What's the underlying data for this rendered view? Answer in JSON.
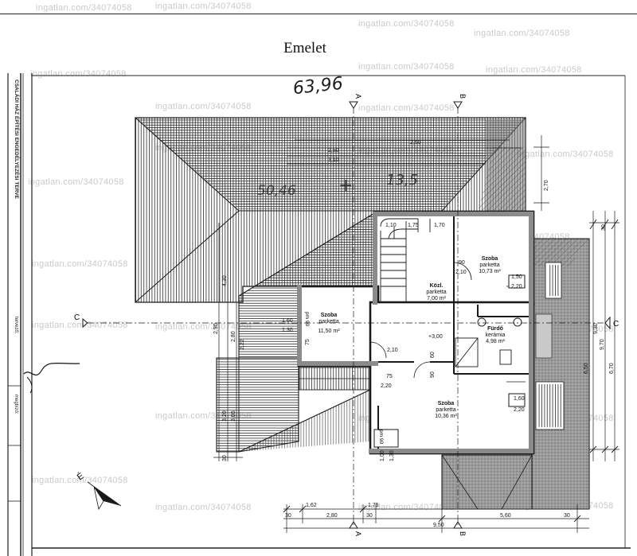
{
  "title": "Emelet",
  "watermark_text": "ingatlan.com/34074058",
  "handwritten": {
    "total": "63,96",
    "area_left": "50,46",
    "plus": "+",
    "area_right": "13,5"
  },
  "sidebar": {
    "title_block": "CSALÁDI HÁZ ÉPÍTÉSI ENGEDÉLYEZÉSI TERVE",
    "label_tervezo": "tervező:",
    "label_megbizo": "megbízó:"
  },
  "section_marks": {
    "a": "A",
    "b": "B",
    "c": "C"
  },
  "rooms": {
    "kozl": {
      "name": "Közl.",
      "floor": "parketta",
      "area": "7,00 m²"
    },
    "szoba_ne": {
      "name": "Szoba",
      "floor": "parketta",
      "area": "10,73 m²"
    },
    "szoba_w": {
      "name": "Szoba",
      "floor": "parketta",
      "area": "11,50 m²"
    },
    "furdo": {
      "name": "Fürdő",
      "floor": "kerámia",
      "area": "4,98 m²"
    },
    "szoba_se": {
      "name": "Szoba",
      "floor": "parketta",
      "area": "10,36 m²"
    },
    "pm": "pm 90",
    "pm2": "pm 90"
  },
  "dims": {
    "d_250": "2,50",
    "d_310": "3,10",
    "d_250b": "2,50",
    "d_110": "1,10",
    "d_175": "1,75",
    "d_170": "1,70",
    "d_90": "90",
    "d_210": "2,10",
    "d_150": "1,50",
    "d_220": "2,20",
    "d_160": "1,60",
    "d_130": "1,30",
    "d_75": "75",
    "d_210b": "2,10",
    "d_300": "+3,00",
    "d_60": "60",
    "d_90b": "90",
    "d_75b": "75",
    "d_220b": "2,20",
    "d_160b": "1,60",
    "d_220c": "2,20",
    "d_100": "1,00",
    "d_130b": "1,30",
    "d_162": "1,62",
    "d_175b": "1,75",
    "d_280": "2,80",
    "d_30": "30",
    "d_560": "5,60",
    "d_30b": "30",
    "d_950": "9,50",
    "d_30c": "30",
    "d_970": "9,70",
    "d_650": "6,50",
    "d_670": "6,70",
    "d_270": "2,70",
    "d_430": "4,30",
    "d_320": "3,20",
    "d_280b": "2,80",
    "d_305": "3,05",
    "d_290": "2,90",
    "d_222": "2,22",
    "d_30d": "30",
    "d_30e": "30",
    "d_930": "9,30"
  },
  "north": "É",
  "colors": {
    "line": "#1a1a1a",
    "watermark": "#c9c9c9",
    "hatch": "#333333",
    "tone": "#8a8a8a"
  }
}
